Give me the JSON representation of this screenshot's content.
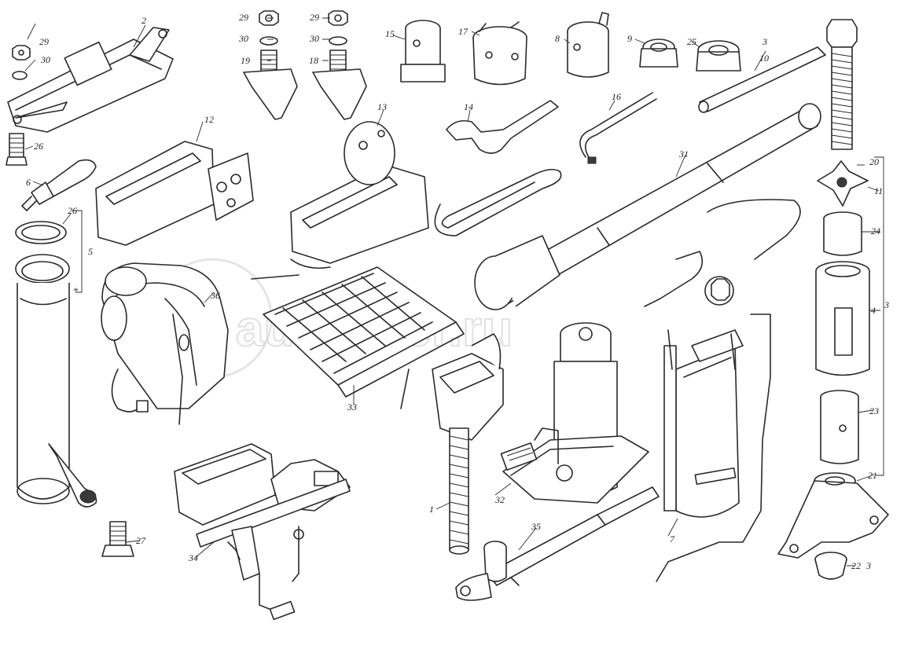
{
  "watermark": "autopiter.ru",
  "callouts": {
    "c1": "1",
    "c2": "2",
    "c3a": "3",
    "c3b": "3",
    "c3c": "3",
    "c4": "4",
    "c5": "5",
    "c6": "6",
    "c7": "7",
    "c8": "8",
    "c9": "9",
    "c10": "10",
    "c11": "11",
    "c12": "12",
    "c13": "13",
    "c14": "14",
    "c15": "15",
    "c16": "16",
    "c17": "17",
    "c18": "18",
    "c19": "19",
    "c20": "20",
    "c21": "21",
    "c22": "22",
    "c23": "23",
    "c24": "24",
    "c25": "25",
    "c26a": "26",
    "c26b": "26",
    "c27": "27",
    "c29a": "29",
    "c29b": "29",
    "c29c": "29",
    "c30a": "30",
    "c30b": "30",
    "c30c": "30",
    "c31": "31",
    "c32": "32",
    "c33": "33",
    "c34": "34",
    "c35": "35",
    "c36": "36",
    "star": "*"
  }
}
